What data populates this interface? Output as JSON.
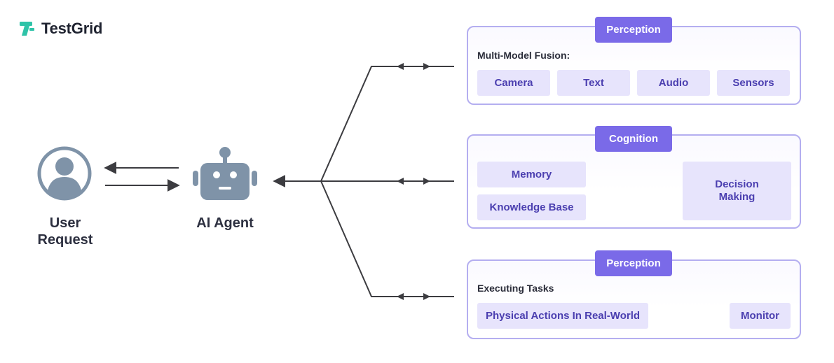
{
  "logo": {
    "name": "TestGrid",
    "icon": "testgrid-logo-icon"
  },
  "colors": {
    "accent": "#7a6ae8",
    "panel_border": "#b4aef0",
    "chip_bg": "#e7e4fc",
    "chip_text": "#4b3fb0",
    "icon_gray": "#7f93a8",
    "line": "#3c3c40"
  },
  "nodes": {
    "user": {
      "label": "User Request",
      "icon": "user-avatar-icon"
    },
    "agent": {
      "label": "AI Agent",
      "icon": "robot-icon"
    }
  },
  "panels": {
    "perception": {
      "tag": "Perception",
      "caption": "Multi-Model Fusion:",
      "items": [
        "Camera",
        "Text",
        "Audio",
        "Sensors"
      ]
    },
    "cognition": {
      "tag": "Cognition",
      "inputs": [
        "Memory",
        "Knowledge Base"
      ],
      "output": "Decision Making"
    },
    "action": {
      "tag": "Perception",
      "caption": "Executing Tasks",
      "step": "Physical Actions In Real-World",
      "result": "Monitor"
    }
  }
}
